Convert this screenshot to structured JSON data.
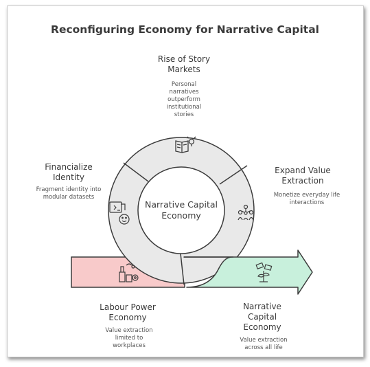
{
  "title": "Reconfiguring Economy for Narrative Capital",
  "center": "Narrative Capital Economy",
  "segments": [
    {
      "title": "Rise of Story Markets",
      "desc": "Personal narratives outperform institutional stories",
      "icon": "book-lightbulb-icon"
    },
    {
      "title": "Expand Value Extraction",
      "desc": "Monetize everyday life interactions",
      "icon": "people-network-icon"
    },
    {
      "title": "Financialize Identity",
      "desc": "Fragment identity into modular datasets",
      "icon": "identity-puzzle-icon"
    }
  ],
  "start": {
    "title": "Labour Power Economy",
    "desc": "Value extraction limited to workplaces",
    "icon": "factory-gear-icon",
    "color": "#f8caca"
  },
  "end": {
    "title": "Narrative Capital Economy",
    "desc": "Value extraction across all life",
    "icon": "money-plant-icon",
    "color": "#c8f0dc"
  },
  "colors": {
    "ring": "#e9e9e9",
    "stroke": "#3c3c3c"
  }
}
